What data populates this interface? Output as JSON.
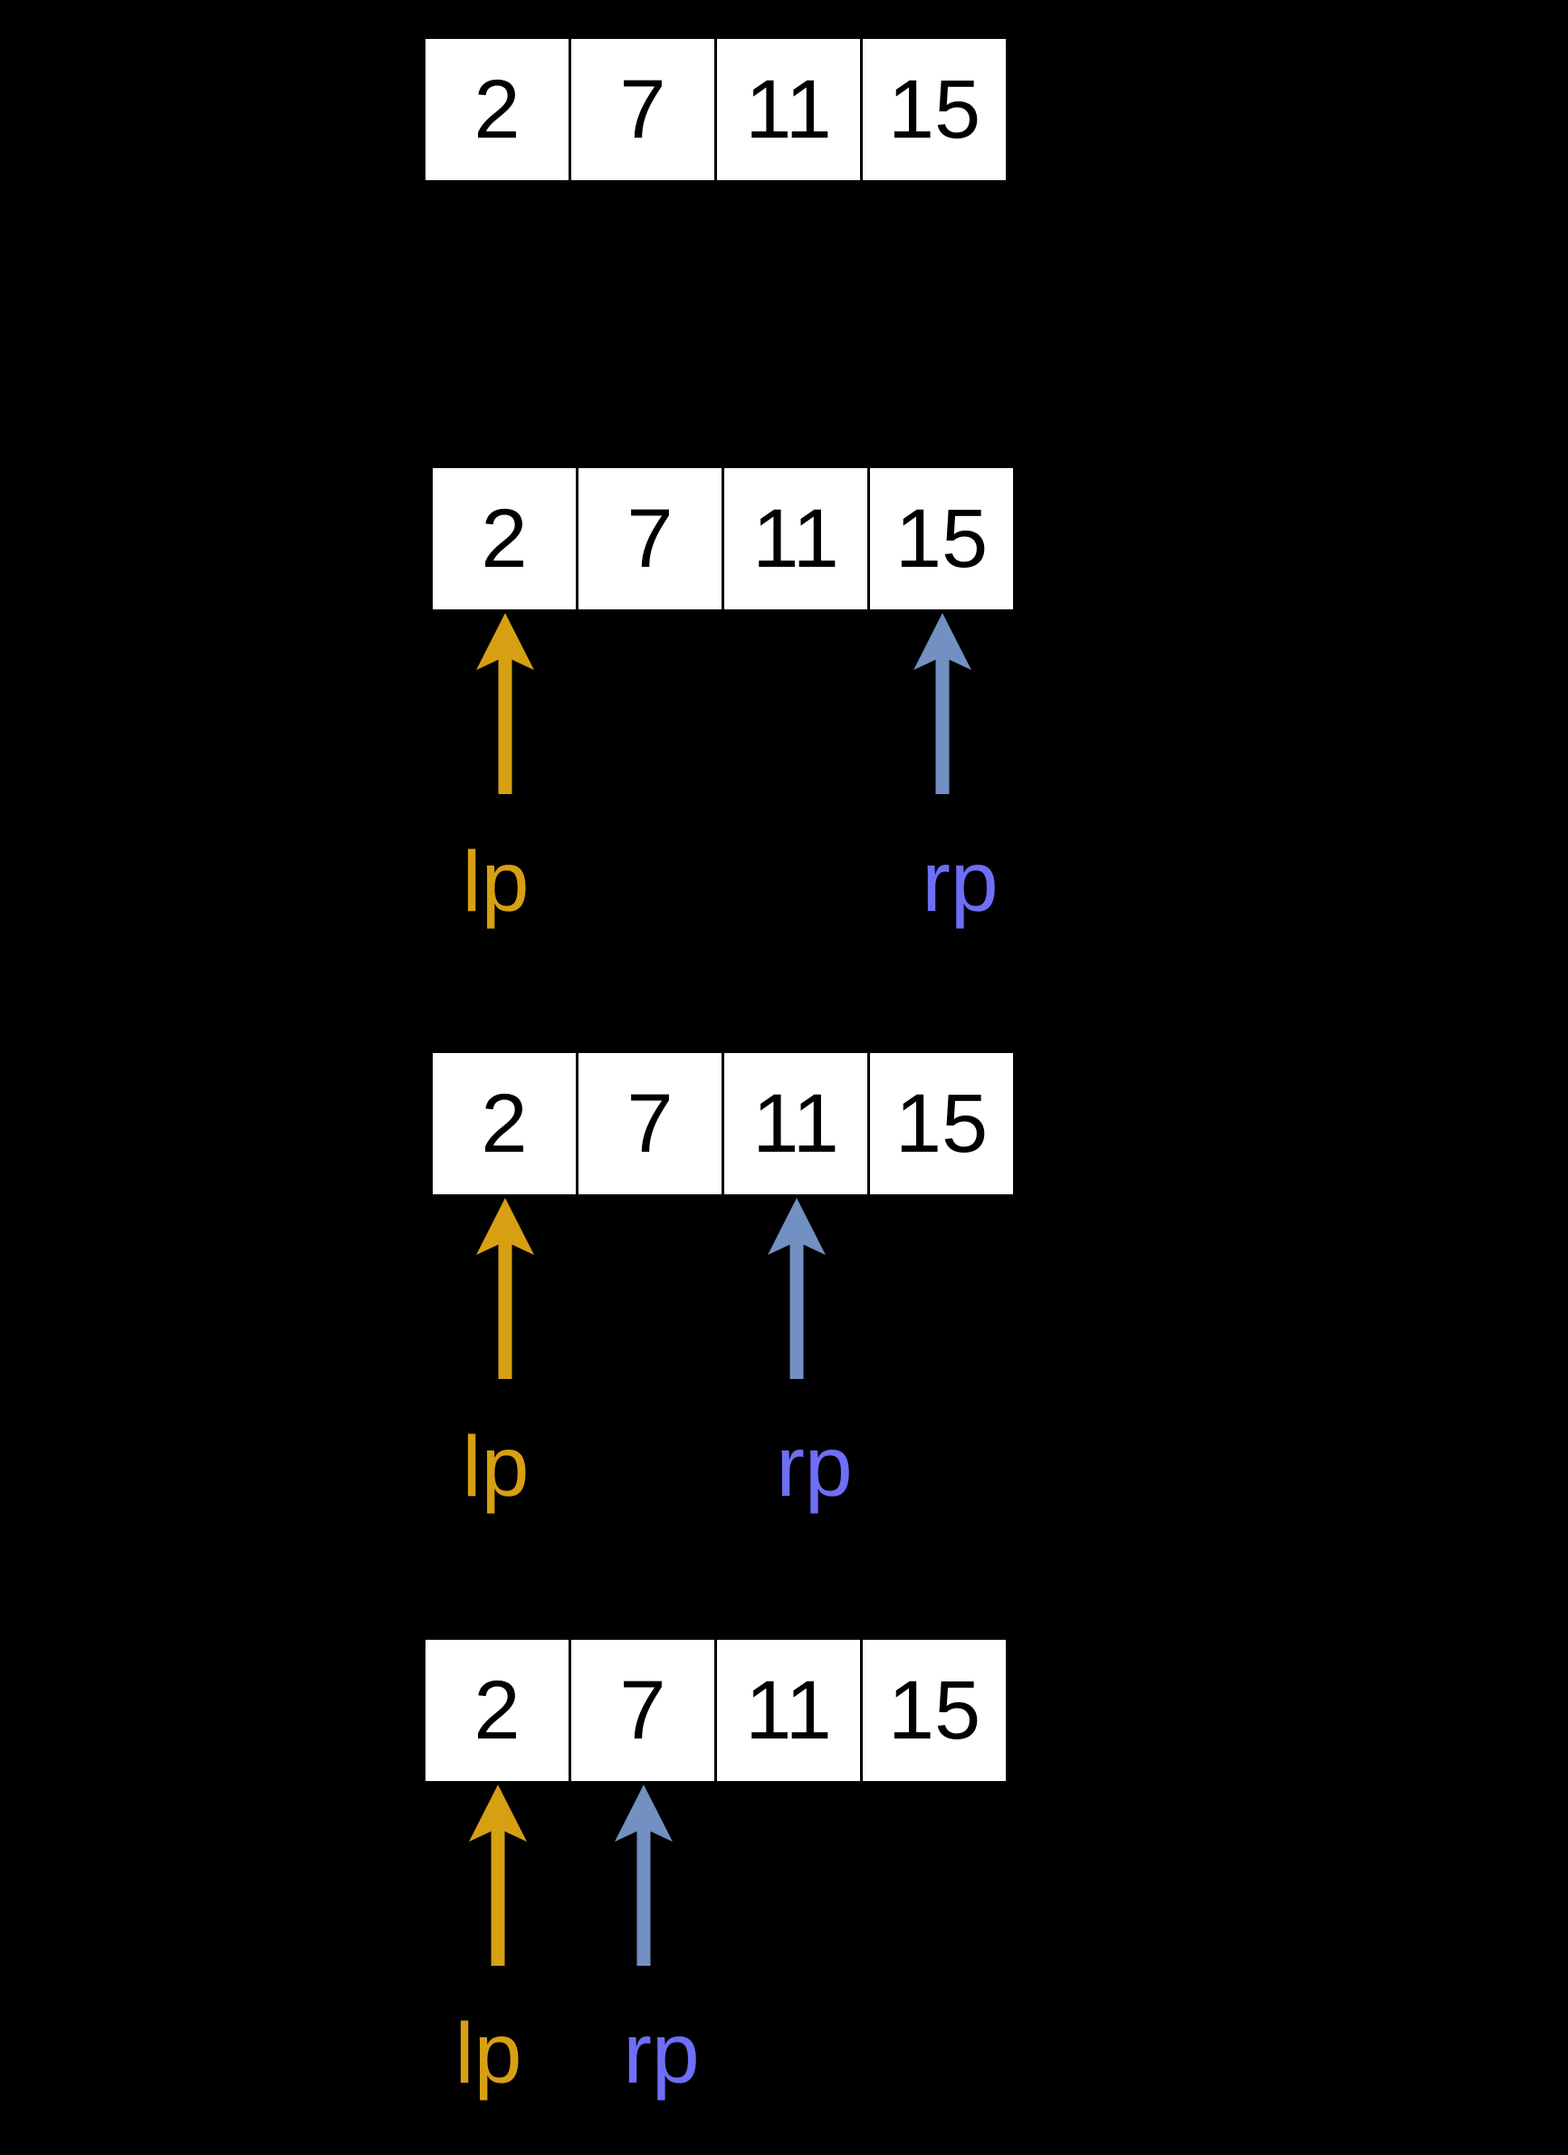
{
  "colors": {
    "background": "#000000",
    "cell_background": "#ffffff",
    "cell_text": "#000000",
    "lp": "#d7a012",
    "rp_arrow": "#7290c1",
    "rp_label": "#6e6ef6"
  },
  "array_length": 4,
  "rows": [
    {
      "id": "step-1",
      "values": [
        "2",
        "7",
        "11",
        "15"
      ]
    },
    {
      "id": "step-2",
      "values": [
        "2",
        "7",
        "11",
        "15"
      ],
      "lp": {
        "label": "lp",
        "index": 0
      },
      "rp": {
        "label": "rp",
        "index": 3
      }
    },
    {
      "id": "step-3",
      "values": [
        "2",
        "7",
        "11",
        "15"
      ],
      "lp": {
        "label": "lp",
        "index": 0
      },
      "rp": {
        "label": "rp",
        "index": 2
      }
    },
    {
      "id": "step-4",
      "values": [
        "2",
        "7",
        "11",
        "15"
      ],
      "lp": {
        "label": "lp",
        "index": 0
      },
      "rp": {
        "label": "rp",
        "index": 1
      }
    }
  ]
}
